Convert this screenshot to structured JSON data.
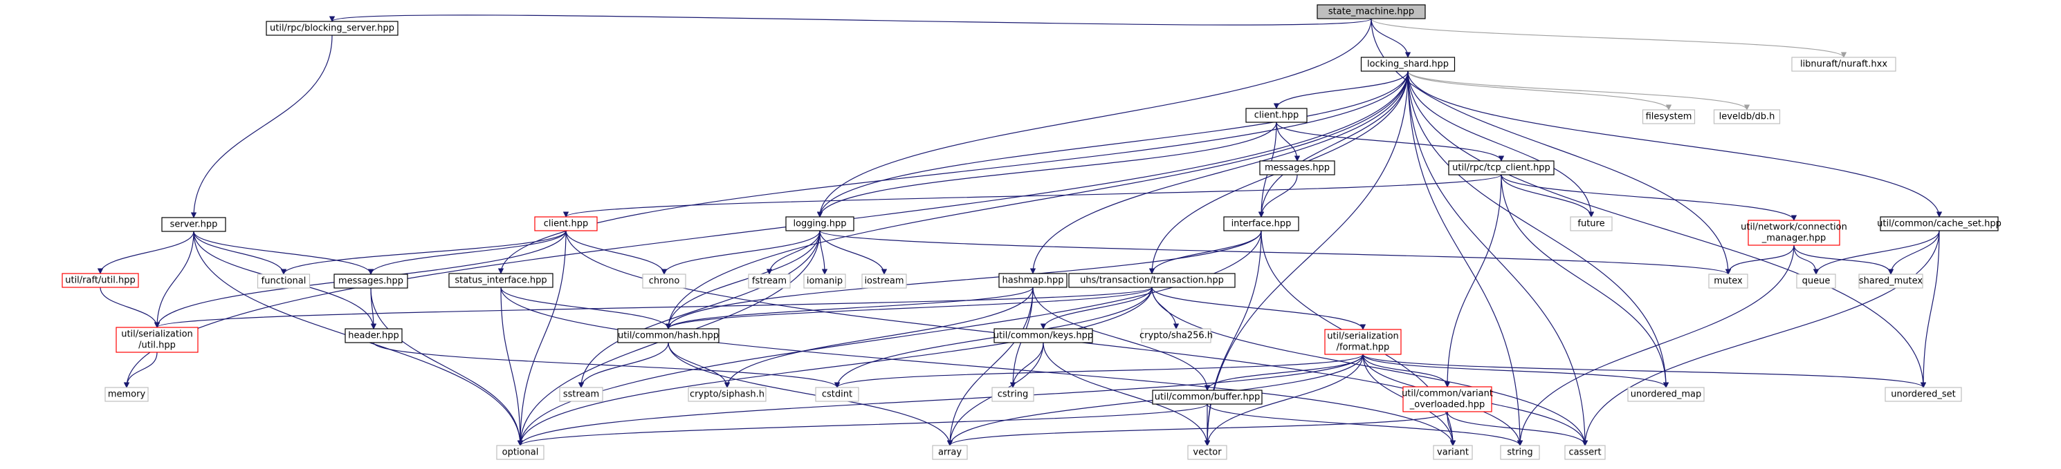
{
  "title": "state_machine.hpp",
  "colors": {
    "edge": "#191970",
    "edge_external": "#a0a0a0",
    "box_normal": "#000000",
    "box_truncated": "#ff0000",
    "box_external": "#bfbfbf",
    "root_fill": "#bfbfbf",
    "label_external": "#000000"
  },
  "nodes": [
    {
      "id": "state_machine",
      "label": "state_machine.hpp",
      "kind": "root"
    },
    {
      "id": "blocking_server",
      "label": "util/rpc/blocking_server.hpp",
      "kind": "normal"
    },
    {
      "id": "locking_shard",
      "label": "locking_shard.hpp",
      "kind": "normal"
    },
    {
      "id": "nuraft",
      "label": "libnuraft/nuraft.hxx",
      "kind": "external"
    },
    {
      "id": "server",
      "label": "server.hpp",
      "kind": "normal"
    },
    {
      "id": "client2",
      "label": "client.hpp",
      "kind": "normal"
    },
    {
      "id": "filesystem",
      "label": "filesystem",
      "kind": "external"
    },
    {
      "id": "leveldb",
      "label": "leveldb/db.h",
      "kind": "external"
    },
    {
      "id": "messages2",
      "label": "messages.hpp",
      "kind": "normal"
    },
    {
      "id": "tcp_client",
      "label": "util/rpc/tcp_client.hpp",
      "kind": "normal"
    },
    {
      "id": "client1",
      "label": "client.hpp",
      "kind": "truncated"
    },
    {
      "id": "logging",
      "label": "logging.hpp",
      "kind": "normal"
    },
    {
      "id": "interface",
      "label": "interface.hpp",
      "kind": "normal"
    },
    {
      "id": "future",
      "label": "future",
      "kind": "external"
    },
    {
      "id": "conn_mgr",
      "label": [
        "util/network/connection",
        "_manager.hpp"
      ],
      "kind": "truncated"
    },
    {
      "id": "cache_set",
      "label": "util/common/cache_set.hpp",
      "kind": "normal"
    },
    {
      "id": "raft_util",
      "label": "util/raft/util.hpp",
      "kind": "truncated"
    },
    {
      "id": "functional",
      "label": "functional",
      "kind": "external"
    },
    {
      "id": "messages1",
      "label": "messages.hpp",
      "kind": "normal"
    },
    {
      "id": "chrono",
      "label": "chrono",
      "kind": "external"
    },
    {
      "id": "fstream",
      "label": "fstream",
      "kind": "external"
    },
    {
      "id": "iomanip",
      "label": "iomanip",
      "kind": "external"
    },
    {
      "id": "iostream",
      "label": "iostream",
      "kind": "external"
    },
    {
      "id": "mutex",
      "label": "mutex",
      "kind": "external"
    },
    {
      "id": "queue",
      "label": "queue",
      "kind": "external"
    },
    {
      "id": "shared_mutex",
      "label": "shared_mutex",
      "kind": "external"
    },
    {
      "id": "ser_util",
      "label": [
        "util/serialization",
        "/util.hpp"
      ],
      "kind": "truncated"
    },
    {
      "id": "status_iface",
      "label": "status_interface.hpp",
      "kind": "normal"
    },
    {
      "id": "hashmap",
      "label": "hashmap.hpp",
      "kind": "normal"
    },
    {
      "id": "transaction",
      "label": "uhs/transaction/transaction.hpp",
      "kind": "normal"
    },
    {
      "id": "header",
      "label": "header.hpp",
      "kind": "normal"
    },
    {
      "id": "hash",
      "label": "util/common/hash.hpp",
      "kind": "normal"
    },
    {
      "id": "keys",
      "label": "util/common/keys.hpp",
      "kind": "normal"
    },
    {
      "id": "sha256",
      "label": "crypto/sha256.h",
      "kind": "external"
    },
    {
      "id": "format",
      "label": [
        "util/serialization",
        "/format.hpp"
      ],
      "kind": "truncated"
    },
    {
      "id": "memory",
      "label": "memory",
      "kind": "external"
    },
    {
      "id": "sstream",
      "label": "sstream",
      "kind": "external"
    },
    {
      "id": "siphash",
      "label": "crypto/siphash.h",
      "kind": "external"
    },
    {
      "id": "cstdint",
      "label": "cstdint",
      "kind": "external"
    },
    {
      "id": "cstring",
      "label": "cstring",
      "kind": "external"
    },
    {
      "id": "buffer",
      "label": "util/common/buffer.hpp",
      "kind": "normal"
    },
    {
      "id": "variant_ov",
      "label": [
        "util/common/variant",
        "_overloaded.hpp"
      ],
      "kind": "truncated"
    },
    {
      "id": "unordered_map",
      "label": "unordered_map",
      "kind": "external"
    },
    {
      "id": "unordered_set",
      "label": "unordered_set",
      "kind": "external"
    },
    {
      "id": "optional",
      "label": "optional",
      "kind": "external"
    },
    {
      "id": "array",
      "label": "array",
      "kind": "external"
    },
    {
      "id": "vector",
      "label": "vector",
      "kind": "external"
    },
    {
      "id": "variant",
      "label": "variant",
      "kind": "external"
    },
    {
      "id": "string",
      "label": "string",
      "kind": "external"
    },
    {
      "id": "cassert",
      "label": "cassert",
      "kind": "external"
    }
  ],
  "edges": [
    [
      "state_machine",
      "blocking_server"
    ],
    [
      "state_machine",
      "locking_shard"
    ],
    [
      "state_machine",
      "nuraft"
    ],
    [
      "state_machine",
      "logging"
    ],
    [
      "state_machine",
      "mutex"
    ],
    [
      "blocking_server",
      "server"
    ],
    [
      "locking_shard",
      "client2"
    ],
    [
      "locking_shard",
      "filesystem"
    ],
    [
      "locking_shard",
      "leveldb"
    ],
    [
      "locking_shard",
      "logging"
    ],
    [
      "locking_shard",
      "interface"
    ],
    [
      "locking_shard",
      "future"
    ],
    [
      "locking_shard",
      "cache_set"
    ],
    [
      "locking_shard",
      "status_iface"
    ],
    [
      "locking_shard",
      "hashmap"
    ],
    [
      "locking_shard",
      "transaction"
    ],
    [
      "locking_shard",
      "hash"
    ],
    [
      "locking_shard",
      "memory"
    ],
    [
      "locking_shard",
      "unordered_map"
    ],
    [
      "locking_shard",
      "unordered_set"
    ],
    [
      "locking_shard",
      "vector"
    ],
    [
      "locking_shard",
      "string"
    ],
    [
      "locking_shard",
      "cassert"
    ],
    [
      "client2",
      "messages2"
    ],
    [
      "client2",
      "tcp_client"
    ],
    [
      "client2",
      "logging"
    ],
    [
      "client2",
      "interface"
    ],
    [
      "messages2",
      "interface"
    ],
    [
      "tcp_client",
      "client1"
    ],
    [
      "tcp_client",
      "conn_mgr"
    ],
    [
      "tcp_client",
      "future"
    ],
    [
      "tcp_client",
      "unordered_map"
    ],
    [
      "tcp_client",
      "variant_ov"
    ],
    [
      "server",
      "raft_util"
    ],
    [
      "server",
      "functional"
    ],
    [
      "server",
      "messages1"
    ],
    [
      "server",
      "ser_util"
    ],
    [
      "server",
      "header"
    ],
    [
      "server",
      "optional"
    ],
    [
      "client1",
      "functional"
    ],
    [
      "client1",
      "messages1"
    ],
    [
      "client1",
      "chrono"
    ],
    [
      "client1",
      "ser_util"
    ],
    [
      "client1",
      "optional"
    ],
    [
      "client1",
      "string"
    ],
    [
      "logging",
      "chrono"
    ],
    [
      "logging",
      "fstream"
    ],
    [
      "logging",
      "iomanip"
    ],
    [
      "logging",
      "iostream"
    ],
    [
      "logging",
      "mutex"
    ],
    [
      "logging",
      "sstream"
    ],
    [
      "logging",
      "optional"
    ],
    [
      "logging",
      "hash"
    ],
    [
      "interface",
      "transaction"
    ],
    [
      "interface",
      "hash"
    ],
    [
      "interface",
      "vector"
    ],
    [
      "interface",
      "optional"
    ],
    [
      "interface",
      "variant"
    ],
    [
      "conn_mgr",
      "mutex"
    ],
    [
      "conn_mgr",
      "queue"
    ],
    [
      "conn_mgr",
      "shared_mutex"
    ],
    [
      "conn_mgr",
      "string"
    ],
    [
      "cache_set",
      "queue"
    ],
    [
      "cache_set",
      "shared_mutex"
    ],
    [
      "cache_set",
      "unordered_set"
    ],
    [
      "cache_set",
      "cassert"
    ],
    [
      "raft_util",
      "ser_util"
    ],
    [
      "ser_util",
      "memory"
    ],
    [
      "messages1",
      "header"
    ],
    [
      "messages1",
      "optional"
    ],
    [
      "status_iface",
      "hash"
    ],
    [
      "status_iface",
      "optional"
    ],
    [
      "status_iface",
      "variant"
    ],
    [
      "hashmap",
      "hash"
    ],
    [
      "hashmap",
      "buffer"
    ],
    [
      "hashmap",
      "siphash"
    ],
    [
      "hashmap",
      "array"
    ],
    [
      "hashmap",
      "cstring"
    ],
    [
      "transaction",
      "keys"
    ],
    [
      "transaction",
      "sha256"
    ],
    [
      "transaction",
      "format"
    ],
    [
      "transaction",
      "hash"
    ],
    [
      "transaction",
      "ser_util"
    ],
    [
      "transaction",
      "cstdint"
    ],
    [
      "transaction",
      "optional"
    ],
    [
      "transaction",
      "cassert"
    ],
    [
      "header",
      "cstdint"
    ],
    [
      "hash",
      "sstream"
    ],
    [
      "hash",
      "siphash"
    ],
    [
      "hash",
      "array"
    ],
    [
      "keys",
      "cstring"
    ],
    [
      "keys",
      "array"
    ],
    [
      "keys",
      "vector"
    ],
    [
      "format",
      "cstdint"
    ],
    [
      "format",
      "buffer"
    ],
    [
      "format",
      "variant_ov"
    ],
    [
      "format",
      "unordered_map"
    ],
    [
      "format",
      "unordered_set"
    ],
    [
      "format",
      "optional"
    ],
    [
      "format",
      "array"
    ],
    [
      "format",
      "vector"
    ],
    [
      "format",
      "variant"
    ],
    [
      "format",
      "cassert"
    ],
    [
      "buffer",
      "optional"
    ],
    [
      "buffer",
      "vector"
    ],
    [
      "buffer",
      "string"
    ],
    [
      "variant_ov",
      "array"
    ],
    [
      "variant_ov",
      "variant"
    ],
    [
      "variant_ov",
      "cassert"
    ]
  ]
}
